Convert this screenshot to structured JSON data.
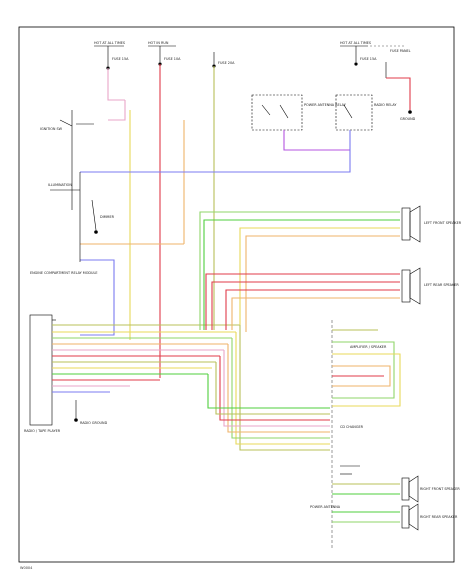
{
  "diagram": {
    "colors": {
      "red": "#e03b4a",
      "pink": "#e9a6c8",
      "blue": "#7b7bf0",
      "purple": "#b455e0",
      "green": "#8fd66a",
      "bright_green": "#4fcf3d",
      "yellow": "#e8d95a",
      "orange": "#efb36a",
      "olive": "#b8c05a",
      "gray": "#a0a0a0"
    },
    "components": {
      "power_header_labels": [
        "HOT AT ALL TIMES",
        "HOT IN RUN",
        "HOT AT ALL TIMES",
        "FUSE PANEL"
      ],
      "fuses": [
        "FUSE 15A",
        "FUSE 10A",
        "FUSE 20A",
        "FUSE 15A"
      ],
      "ignition_switch": "IGNITION SW",
      "relay_left": "POWER ANTENNA RELAY",
      "relay_right": "RADIO RELAY",
      "relay_ground": "GROUND",
      "illumination_label": "ILLUMINATION",
      "dimmer_label": "DIMMER",
      "radio_ground": "RADIO GROUND",
      "module_label": "ENGINE COMPARTMENT RELAY MODULE",
      "front_left_speaker": "LEFT FRONT SPEAKER",
      "rear_left_speaker": "LEFT REAR SPEAKER",
      "amp_label": "AMPLIFIER / SPEAKER",
      "radio_label": "RADIO / TAPE PLAYER",
      "cd_label": "CD CHANGER",
      "antenna_label": "POWER ANTENNA",
      "right_front_speaker": "RIGHT FRONT SPEAKER",
      "right_rear_speaker": "RIGHT REAR SPEAKER",
      "footer_id": "W0004"
    }
  }
}
